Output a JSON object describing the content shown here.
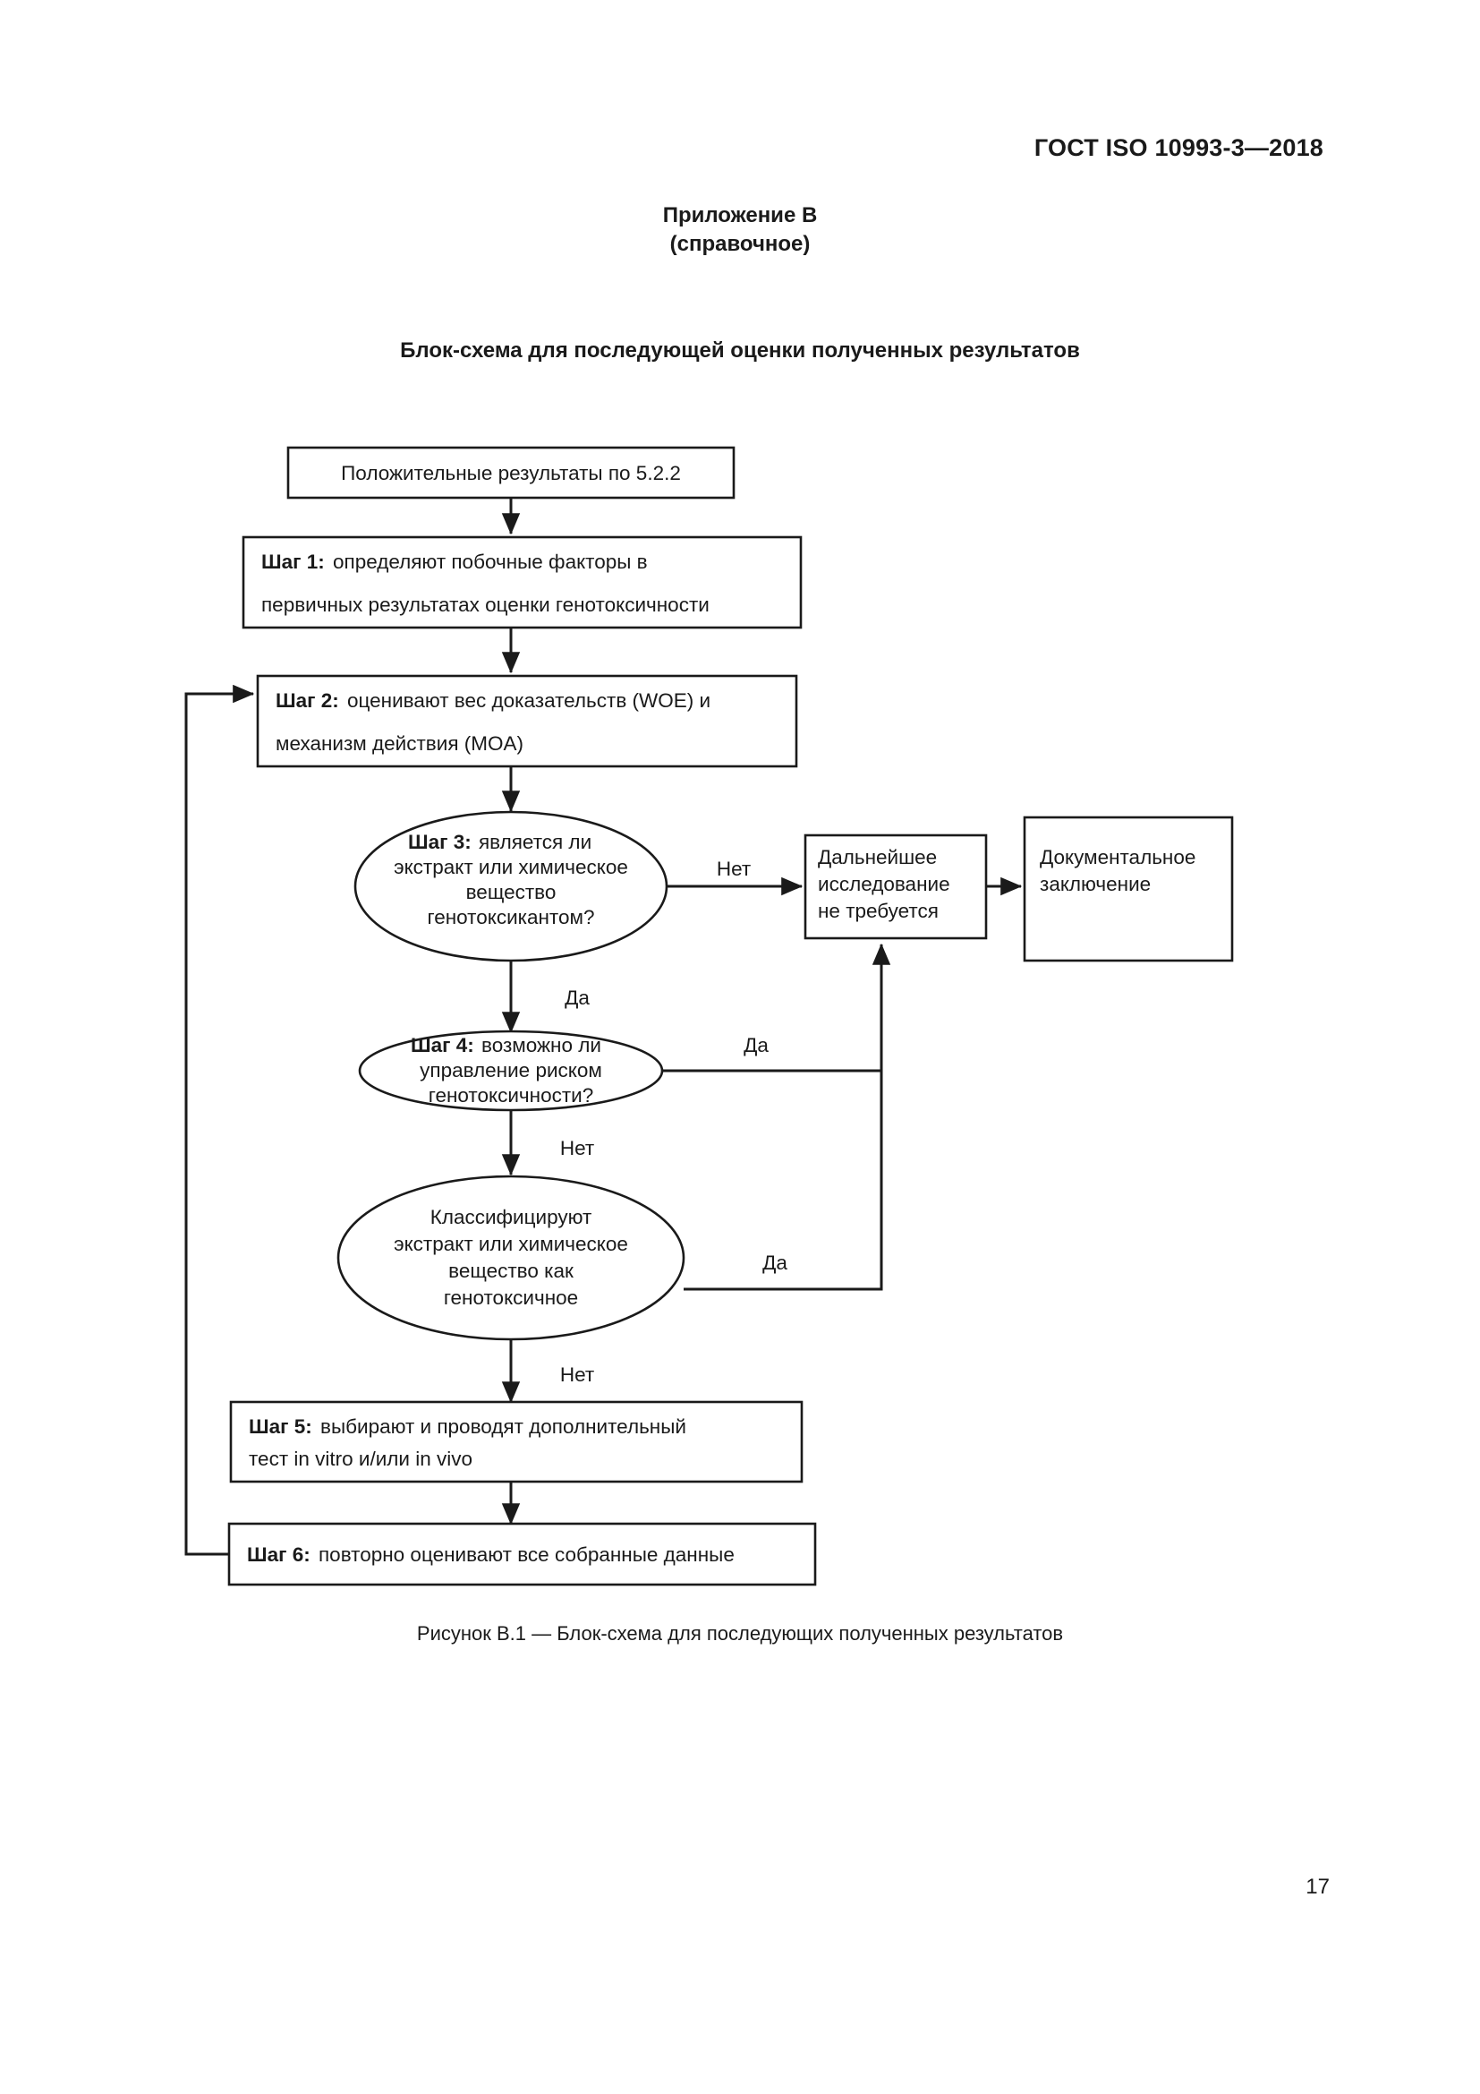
{
  "document": {
    "header": "ГОСТ ISO 10993-3—2018",
    "annex_label": "Приложение В",
    "annex_kind": "(справочное)",
    "section_title": "Блок-схема для последующей оценки полученных результатов",
    "figure_caption": "Рисунок В.1 — Блок-схема для последующих полученных результатов",
    "page_number": "17"
  },
  "flowchart": {
    "start": {
      "text": "Положительные результаты по 5.2.2"
    },
    "step1": {
      "label": "Шаг 1:",
      "line1": "определяют  побочные факторы в",
      "line2": "первичных результатах оценки генотоксичности"
    },
    "step2": {
      "label": "Шаг 2:",
      "line1": "оценивают вес доказательств (WOE) и",
      "line2": "механизм действия (MOA)"
    },
    "step3": {
      "label": "Шаг 3:",
      "line1": "является ли",
      "line2": "экстракт или химическое",
      "line3": "вещество",
      "line4": "генотоксикантом?"
    },
    "step4": {
      "label": "Шаг 4:",
      "line1": "возможно ли",
      "line2": "управление риском",
      "line3": "генотоксичности?"
    },
    "classify": {
      "line1": "Классифицируют",
      "line2": "экстракт или химическое",
      "line3": "вещество как",
      "line4": "генотоксичное"
    },
    "no_further": {
      "line1": "Дальнейшее",
      "line2": "исследование",
      "line3": "не требуется"
    },
    "documented": {
      "line1": "Документальное",
      "line2": "заключение"
    },
    "step5": {
      "label": "Шаг 5:",
      "line1a": "выбирают и проводят дополнительный",
      "line2a": "тест ",
      "line2b": "in vitro",
      "line2c": " и/или ",
      "line2d": "in vivo"
    },
    "step6": {
      "label": "Шаг 6:",
      "text": "повторно оценивают все собранные данные"
    },
    "edges": {
      "step3_no": "Нет",
      "step3_yes": "Да",
      "step4_yes": "Да",
      "step4_no": "Нет",
      "classify_yes": "Да",
      "classify_no": "Нет"
    }
  }
}
